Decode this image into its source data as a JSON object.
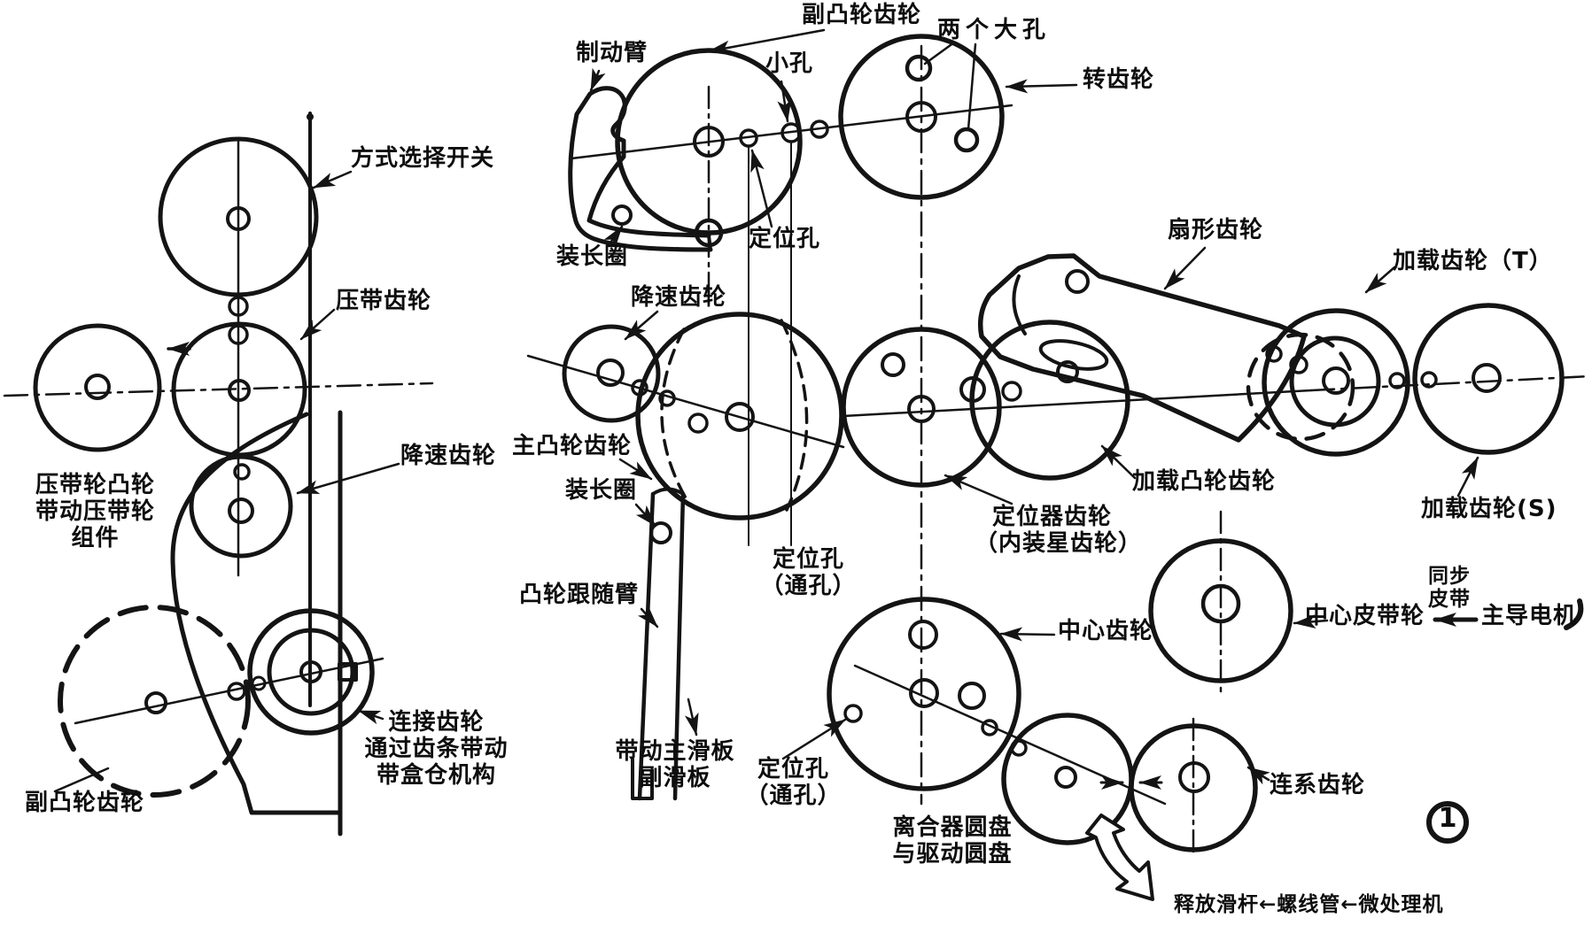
{
  "figure": {
    "number": "1"
  },
  "colors": {
    "line": "#141414",
    "background": "#ffffff"
  },
  "labels": {
    "mode_switch": "方式选择开关",
    "pinch_gear": "压带齿轮",
    "reduction_gear_left": "降速齿轮",
    "pinch_assembly_1": "压带轮凸轮",
    "pinch_assembly_2": "带动压带轮",
    "pinch_assembly_3": "组件",
    "sub_cam_gear_bottom": "副凸轮齿轮",
    "connect_gear_1": "连接齿轮",
    "connect_gear_2": "通过齿条带动",
    "connect_gear_3": "带盒仓机构",
    "brake_arm": "制动臂",
    "retaining_ring_1": "装长圈",
    "sub_cam_gear_top": "副凸轮齿轮",
    "small_hole": "小孔",
    "positioning_hole_top": "定位孔",
    "two_large_holes": "两个大孔",
    "turn_gear": "转齿轮",
    "reduction_gear_center": "降速齿轮",
    "main_cam_gear": "主凸轮齿轮",
    "retaining_ring_2": "装长圈",
    "cam_follower_arm": "凸轮跟随臂",
    "positioning_hole_1a": "定位孔",
    "positioning_hole_1b": "（通孔）",
    "drive_slide_1": "带动主滑板",
    "drive_slide_2": "副滑板",
    "sector_gear": "扇形齿轮",
    "loading_gear_t": "加载齿轮（T）",
    "loading_cam_gear": "加载凸轮齿轮",
    "loading_gear_s": "加载齿轮(S)",
    "positioner_gear_1": "定位器齿轮",
    "positioner_gear_2": "（内装星齿轮）",
    "center_gear": "中心齿轮",
    "center_pulley": "中心皮带轮",
    "sync_belt_1": "同步",
    "sync_belt_2": "皮带",
    "capstan_motor": "主导电机",
    "positioning_hole_2a": "定位孔",
    "positioning_hole_2b": "（通孔）",
    "clutch_1": "离合器圆盘",
    "clutch_2": "与驱动圆盘",
    "link_gear": "连系齿轮",
    "release_chain": "释放滑杆←螺线管←微处理机"
  }
}
